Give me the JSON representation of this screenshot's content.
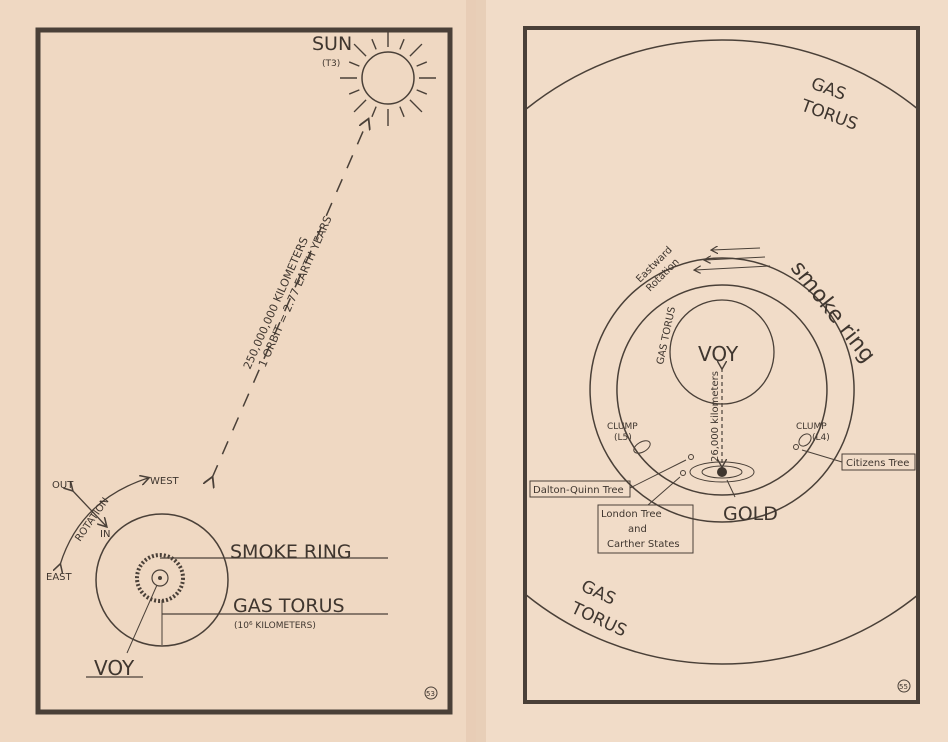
{
  "colors": {
    "paper_left": "#efd8c2",
    "paper_right": "#f1dcc8",
    "ink": "#4a4038"
  },
  "left_page": {
    "sun": {
      "label": "SUN",
      "sublabel": "(T3)",
      "icon": "sun-icon"
    },
    "distance": {
      "line1": "250,000,000 KILOMETERS",
      "line2": "1 ORBIT = 2.77 EARTH YEARS"
    },
    "compass": {
      "out": "OUT",
      "in": "IN",
      "west": "WEST",
      "east": "EAST",
      "rotation": "ROTATION"
    },
    "smoke_ring": "SMOKE RING",
    "gas_torus": "GAS TORUS",
    "scale_note": "(10⁶ KILOMETERS)",
    "voy": "VOY",
    "page_number": "53"
  },
  "right_page": {
    "gas_torus_top": [
      "GAS",
      "TORUS"
    ],
    "gas_torus_bottom": [
      "GAS",
      "TORUS"
    ],
    "smoke_ring": "smoke ring",
    "eastward_rotation": [
      "Eastward",
      "Rotation"
    ],
    "inner_gas_torus": "GAS TORUS",
    "voy": "VOY",
    "distance": "26,000 kilometers",
    "clump_l5": [
      "CLUMP",
      "(L5)"
    ],
    "clump_l4": [
      "CLUMP",
      "(L4)"
    ],
    "citizens_tree": "Citizens Tree",
    "dalton_quinn_tree": "Dalton-Quinn Tree",
    "london_tree": [
      "London Tree",
      "and",
      "Carther States"
    ],
    "gold": "GOLD",
    "page_number": "55"
  }
}
